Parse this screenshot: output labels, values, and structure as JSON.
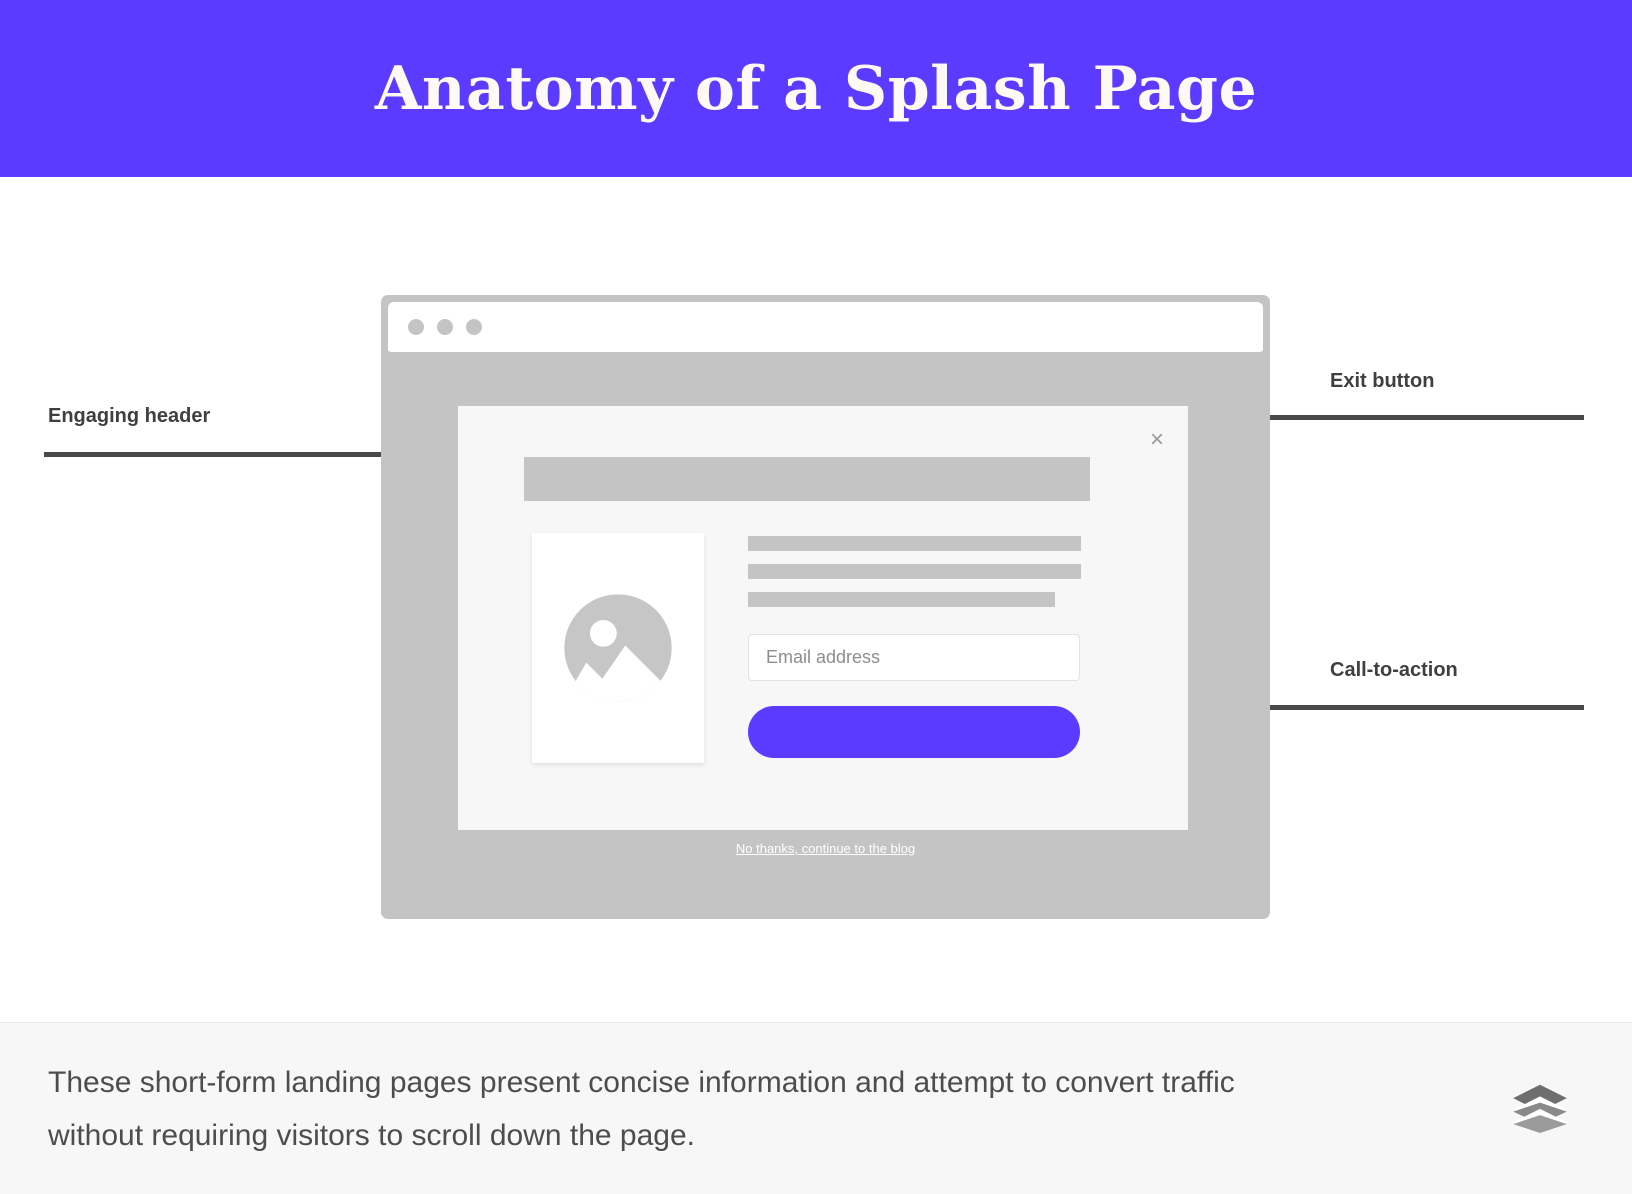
{
  "header": {
    "title": "Anatomy of a Splash Page",
    "background_color": "#5b3bff",
    "title_color": "#fdfaf5"
  },
  "annotations": [
    {
      "label": "Engaging header",
      "target": "headline-bar",
      "side": "left"
    },
    {
      "label": "Exit button",
      "target": "close-button",
      "side": "right"
    },
    {
      "label": "Call-to-action",
      "target": "cta-button",
      "side": "right"
    }
  ],
  "browser": {
    "window_dots": [
      "dot-1",
      "dot-2",
      "dot-3"
    ],
    "chrome_color": "#c4c4c4",
    "titlebar_color": "#ffffff",
    "skip_link": "No thanks, continue to the blog"
  },
  "modal": {
    "background_color": "#f7f7f7",
    "close_icon": "×",
    "headline_placeholder": "",
    "image_placeholder": "image-placeholder-icon",
    "body_lines": 3,
    "email_input": {
      "placeholder": "Email address",
      "value": ""
    },
    "cta": {
      "label": "",
      "color": "#5b3bff"
    }
  },
  "footer": {
    "caption": "These short-form landing pages present concise information and attempt to convert traffic without requiring visitors to scroll down the page.",
    "brand_icon": "layers-icon",
    "background_color": "#f7f7f7"
  }
}
